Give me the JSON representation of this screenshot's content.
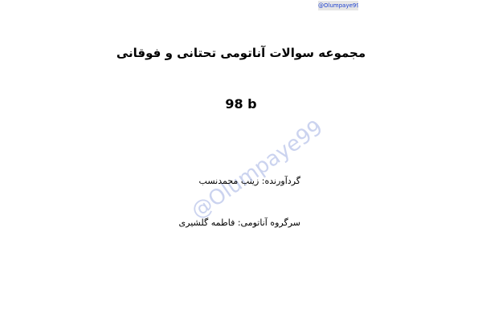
{
  "header": {
    "channel_handle": "@Olumpaye99"
  },
  "document": {
    "title": "مجموعه سوالات آناتومی تحتانی و فوقانی",
    "code": "98 b",
    "compiler_line": "گردآورنده: زینب محمدنسب",
    "supervisor_line": "سرگروه آناتومی: فاطمه گلشیری"
  },
  "watermark": {
    "text": "@Olumpaye99"
  },
  "colors": {
    "handle_text": "#1b3fd0",
    "handle_background": "#e6e6e6",
    "watermark": "#c6cfee",
    "text": "#000000",
    "background": "#ffffff"
  }
}
